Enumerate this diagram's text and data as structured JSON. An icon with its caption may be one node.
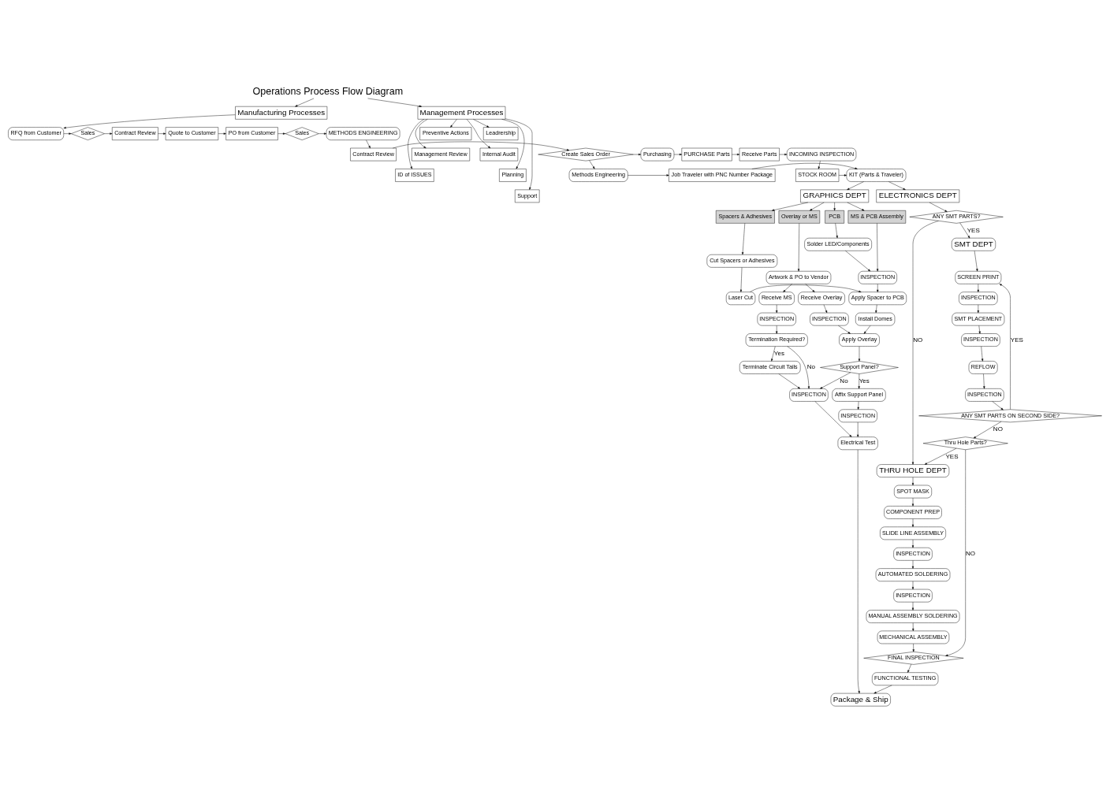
{
  "diagram": {
    "nodes": [
      {
        "text": [
          "Operations Process Flow Diagram"
        ]
      },
      {
        "text": [
          "Manufacturing Processes"
        ]
      },
      {
        "text": [
          "Management Processes"
        ]
      },
      {
        "text": [
          "RFQ from Customer"
        ]
      },
      {
        "text": [
          "Sales"
        ]
      },
      {
        "text": [
          "Contract Review"
        ]
      },
      {
        "text": [
          "Quote to Customer"
        ]
      },
      {
        "text": [
          "PO from Customer"
        ]
      },
      {
        "text": [
          "Sales"
        ]
      },
      {
        "text": [
          "METHODS ENGINEERING"
        ]
      },
      {
        "text": [
          "Contract Review"
        ]
      },
      {
        "text": [
          "Create Sales Order"
        ]
      },
      {
        "text": [
          "Purchasing"
        ]
      },
      {
        "text": [
          "PURCHASE Parts"
        ]
      },
      {
        "text": [
          "Receive Parts"
        ]
      },
      {
        "text": [
          "INCOMING INSPECTION"
        ]
      },
      {
        "text": [
          "STOCK ROOM"
        ]
      },
      {
        "text": [
          "KIT (Parts & Traveler)"
        ]
      },
      {
        "text": [
          "Job Traveler with PNC Number Package"
        ]
      },
      {
        "text": [
          "Methods Engineering"
        ]
      },
      {
        "text": [
          "Leadrership"
        ]
      },
      {
        "text": [
          "Preventive Actions"
        ]
      },
      {
        "text": [
          "Internal Audit"
        ]
      },
      {
        "text": [
          "Management Review"
        ]
      },
      {
        "text": [
          "Planning"
        ]
      },
      {
        "text": [
          "ID of ISSUES"
        ]
      },
      {
        "text": [
          "Support"
        ]
      },
      {
        "text": [
          "GRAPHICS DEPT"
        ]
      },
      {
        "text": [
          "ELECTRONICS DEPT"
        ]
      },
      {
        "text": [
          "Overlay or MS"
        ]
      },
      {
        "text": [
          "Spacers & Adhesives"
        ]
      },
      {
        "text": [
          "PCB"
        ]
      },
      {
        "text": [
          "MS & PCB Assembly"
        ]
      },
      {
        "text": [
          "Artwork & PO to Vendor"
        ]
      },
      {
        "text": [
          "Cut Spacers or Adhesives"
        ]
      },
      {
        "text": [
          "Solder LED/Components"
        ]
      },
      {
        "text": [
          "INSPECTION"
        ]
      },
      {
        "text": [
          "Receive MS"
        ]
      },
      {
        "text": [
          "Receive Overlay"
        ]
      },
      {
        "text": [
          "Laser Cut"
        ]
      },
      {
        "text": [
          "Apply Spacer to PCB"
        ]
      },
      {
        "text": [
          "INSPECTION"
        ]
      },
      {
        "text": [
          "INSPECTION"
        ]
      },
      {
        "text": [
          "Apply Overlay"
        ]
      },
      {
        "text": [
          "Install Domes"
        ]
      },
      {
        "text": [
          "Termination Required?"
        ]
      },
      {
        "text": [
          "Terminate Circuit Tails"
        ]
      },
      {
        "text": [
          "INSPECTION"
        ]
      },
      {
        "text": [
          "Support Panel?"
        ]
      },
      {
        "text": [
          "Affix Support Panel"
        ]
      },
      {
        "text": [
          "Electrical Test"
        ]
      },
      {
        "text": [
          "INSPECTION"
        ]
      },
      {
        "text": [
          "Package & Ship"
        ]
      },
      {
        "text": [
          "FUNCTIONAL TESTING"
        ]
      },
      {
        "text": [
          "FINAL INSPECTION"
        ]
      },
      {
        "text": [
          "ANY SMT PARTS?"
        ]
      },
      {
        "text": [
          "SMT DEPT"
        ]
      },
      {
        "text": [
          "THRU HOLE DEPT"
        ]
      },
      {
        "text": [
          "INSPECTION"
        ]
      },
      {
        "text": [
          "SCREEN PRINT"
        ]
      },
      {
        "text": [
          "SPOT MASK"
        ]
      },
      {
        "text": [
          "SMT PLACEMENT"
        ]
      },
      {
        "text": [
          "INSPECTION"
        ]
      },
      {
        "text": [
          "COMPONENT PREP"
        ]
      },
      {
        "text": [
          "INSPECTION"
        ]
      },
      {
        "text": [
          "REFLOW"
        ]
      },
      {
        "text": [
          "SLIDE LINE ASSEMBLY"
        ]
      },
      {
        "text": [
          "INSPECTION"
        ]
      },
      {
        "text": [
          "ANY SMT PARTS ON SECOND SIDE?"
        ]
      },
      {
        "text": [
          "AUTOMATED SOLDERING"
        ]
      },
      {
        "text": [
          "Thru Hole Parts?"
        ]
      },
      {
        "text": [
          "INSPECTION"
        ]
      },
      {
        "text": [
          "MANUAL ASSEMBLY SOLDERING"
        ]
      },
      {
        "text": [
          "MECHANICAL ASSEMBLY"
        ]
      }
    ],
    "edges": [
      {
        "from": 0,
        "to": 1,
        "arrow": "to"
      },
      {
        "from": 0,
        "to": 2,
        "arrow": "to"
      },
      {
        "from": 1,
        "to": 3,
        "arrow": "to"
      },
      {
        "from": 3,
        "to": 4,
        "arrow": "to"
      },
      {
        "from": 4,
        "to": 5,
        "arrow": "to"
      },
      {
        "from": 5,
        "to": 6,
        "arrow": "to"
      },
      {
        "from": 6,
        "to": 7,
        "arrow": "to"
      },
      {
        "from": 7,
        "to": 8,
        "arrow": "to"
      },
      {
        "from": 8,
        "to": 9,
        "arrow": "to"
      },
      {
        "from": 9,
        "to": 10,
        "arrow": "to"
      },
      {
        "from": 10,
        "to": 11,
        "arrow": "to"
      },
      {
        "from": 11,
        "to": 12,
        "arrow": "to"
      },
      {
        "from": 12,
        "to": 13,
        "arrow": "to"
      },
      {
        "from": 13,
        "to": 14,
        "arrow": "to"
      },
      {
        "from": 14,
        "to": 15,
        "arrow": "to"
      },
      {
        "from": 15,
        "to": 16,
        "arrow": "to"
      },
      {
        "from": 16,
        "to": 17,
        "arrow": "to"
      },
      {
        "from": 11,
        "to": 19,
        "arrow": "to"
      },
      {
        "from": 19,
        "to": 18,
        "arrow": "to"
      },
      {
        "from": 18,
        "to": 17,
        "arrow": "to"
      },
      {
        "from": 2,
        "to": 20,
        "arrow": "to"
      },
      {
        "from": 2,
        "to": 21,
        "arrow": "to"
      },
      {
        "from": 2,
        "to": 22,
        "arrow": "to"
      },
      {
        "from": 2,
        "to": 23,
        "arrow": "to"
      },
      {
        "from": 2,
        "to": 24,
        "arrow": "to"
      },
      {
        "from": 2,
        "to": 25,
        "arrow": "to"
      },
      {
        "from": 2,
        "to": 26,
        "arrow": "to"
      },
      {
        "from": 17,
        "to": 27,
        "arrow": "to"
      },
      {
        "from": 17,
        "to": 28,
        "arrow": "to"
      },
      {
        "from": 27,
        "to": 29,
        "arrow": "to"
      },
      {
        "from": 27,
        "to": 30,
        "arrow": "to"
      },
      {
        "from": 27,
        "to": 31,
        "arrow": "to"
      },
      {
        "from": 27,
        "to": 32,
        "arrow": "to"
      },
      {
        "from": 29,
        "to": 33,
        "arrow": "to"
      },
      {
        "from": 30,
        "to": 34,
        "arrow": "to"
      },
      {
        "from": 31,
        "to": 35,
        "arrow": "to"
      },
      {
        "from": 32,
        "to": 36,
        "arrow": "to"
      },
      {
        "from": 35,
        "to": 36,
        "arrow": "to"
      },
      {
        "from": 33,
        "to": 37,
        "arrow": "to"
      },
      {
        "from": 33,
        "to": 38,
        "arrow": "to"
      },
      {
        "from": 34,
        "to": 39,
        "arrow": "to"
      },
      {
        "from": 36,
        "to": 40,
        "arrow": "to"
      },
      {
        "from": 39,
        "to": 40,
        "arrow": "to"
      },
      {
        "from": 37,
        "to": 41,
        "arrow": "to"
      },
      {
        "from": 38,
        "to": 42,
        "arrow": "to"
      },
      {
        "from": 40,
        "to": 44,
        "arrow": "to"
      },
      {
        "from": 42,
        "to": 43,
        "arrow": "to"
      },
      {
        "from": 44,
        "to": 43,
        "arrow": "to"
      },
      {
        "from": 41,
        "to": 45,
        "arrow": "to"
      },
      {
        "from": 45,
        "to": 46,
        "label": "Yes",
        "arrow": "to"
      },
      {
        "from": 45,
        "to": 47,
        "label": "No",
        "arrow": "to"
      },
      {
        "from": 46,
        "to": 47,
        "arrow": "to"
      },
      {
        "from": 43,
        "to": 48,
        "arrow": "to"
      },
      {
        "from": 48,
        "to": 47,
        "label": "No",
        "arrow": "to"
      },
      {
        "from": 48,
        "to": 49,
        "label": "Yes",
        "arrow": "to"
      },
      {
        "from": 47,
        "to": 50,
        "arrow": "to"
      },
      {
        "from": 49,
        "to": 51,
        "arrow": "to"
      },
      {
        "from": 51,
        "to": 50,
        "arrow": "to"
      },
      {
        "from": 50,
        "to": 52,
        "arrow": "to"
      },
      {
        "from": 53,
        "to": 52,
        "arrow": "to"
      },
      {
        "from": 54,
        "to": 53,
        "arrow": "to"
      },
      {
        "from": 28,
        "to": 55,
        "arrow": "to"
      },
      {
        "from": 55,
        "to": 56,
        "label": "YES",
        "arrow": "to"
      },
      {
        "from": 55,
        "to": 57,
        "label": "NO",
        "arrow": "to"
      },
      {
        "from": 56,
        "to": 59,
        "arrow": "to"
      },
      {
        "from": 59,
        "to": 58,
        "arrow": "to"
      },
      {
        "from": 58,
        "to": 61,
        "arrow": "to"
      },
      {
        "from": 61,
        "to": 62,
        "arrow": "to"
      },
      {
        "from": 62,
        "to": 65,
        "arrow": "to"
      },
      {
        "from": 65,
        "to": 64,
        "arrow": "to"
      },
      {
        "from": 64,
        "to": 68,
        "arrow": "to"
      },
      {
        "from": 68,
        "to": 59,
        "label": "YES",
        "arrow": "to"
      },
      {
        "from": 68,
        "to": 70,
        "label": "NO",
        "arrow": "to"
      },
      {
        "from": 70,
        "to": 57,
        "label": "YES",
        "arrow": "to"
      },
      {
        "from": 70,
        "to": 54,
        "label": "NO",
        "arrow": "to"
      },
      {
        "from": 57,
        "to": 60,
        "arrow": "to"
      },
      {
        "from": 60,
        "to": 63,
        "arrow": "to"
      },
      {
        "from": 63,
        "to": 66,
        "arrow": "to"
      },
      {
        "from": 66,
        "to": 67,
        "arrow": "to"
      },
      {
        "from": 67,
        "to": 69,
        "arrow": "to"
      },
      {
        "from": 69,
        "to": 71,
        "arrow": "to"
      },
      {
        "from": 71,
        "to": 72,
        "arrow": "to"
      },
      {
        "from": 72,
        "to": 73,
        "arrow": "to"
      },
      {
        "from": 73,
        "to": 54,
        "arrow": "to"
      }
    ]
  }
}
